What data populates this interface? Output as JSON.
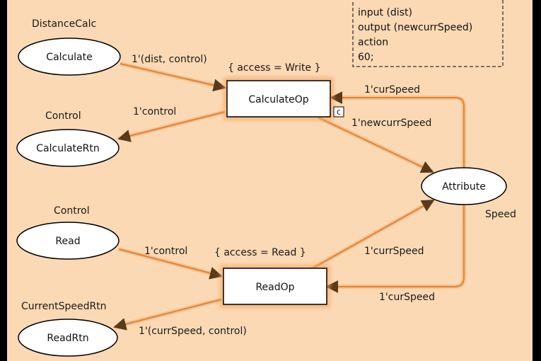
{
  "colors": {
    "background": "#FCD9B5",
    "frame": "#000000",
    "arc": "#E0843A",
    "glow": "#F2A35C",
    "node_fill": "#FFFFFF",
    "node_stroke": "#000000"
  },
  "code_segment": {
    "lines": [
      "input (dist)",
      "output (newcurrSpeed)",
      "action",
      "60;"
    ]
  },
  "places": {
    "calculate": {
      "name": "Calculate",
      "type": "DistanceCalc"
    },
    "calculate_rtn": {
      "name": "CalculateRtn",
      "type": "Control"
    },
    "read": {
      "name": "Read",
      "type": "Control"
    },
    "read_rtn": {
      "name": "ReadRtn",
      "type": "CurrentSpeedRtn"
    },
    "attribute": {
      "name": "Attribute",
      "type": "Speed"
    }
  },
  "transitions": {
    "calculate_op": {
      "name": "CalculateOp",
      "guard": "{ access = Write }",
      "code_badge": "C"
    },
    "read_op": {
      "name": "ReadOp",
      "guard": "{ access = Read }"
    }
  },
  "arcs": {
    "calculate_to_op": "1'(dist, control)",
    "op_to_calculate_rtn": "1'control",
    "attribute_to_calculate_op": "1'curSpeed",
    "calculate_op_to_attribute": "1'newcurrSpeed",
    "read_to_op": "1'control",
    "read_op_to_attribute": "1'currSpeed",
    "attribute_to_read_op": "1'curSpeed",
    "read_op_to_read_rtn": "1'(currSpeed, control)"
  }
}
